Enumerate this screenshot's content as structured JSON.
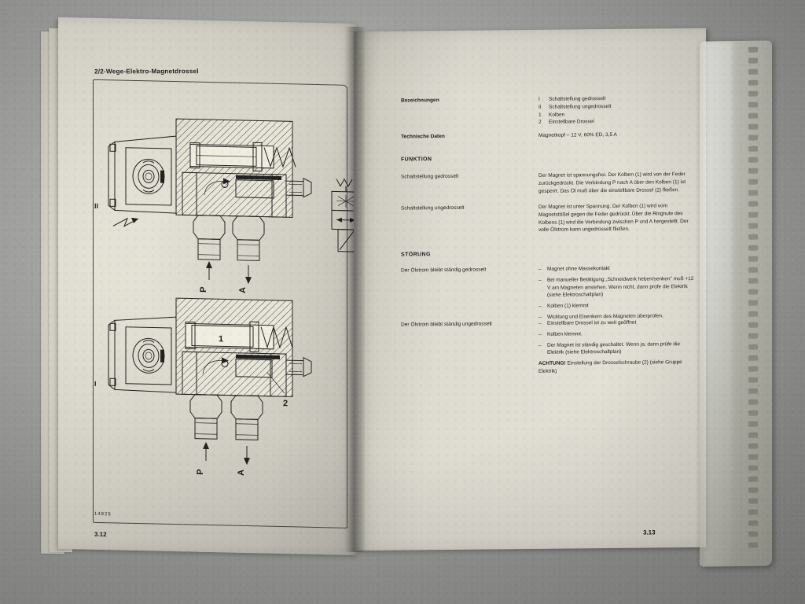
{
  "document": {
    "type": "printed-service-manual-spread",
    "language": "de"
  },
  "left_page": {
    "header": "2/2-Wege-Elektro-Magnetdrossel",
    "figure_code": "14825",
    "page_number": "3.12",
    "state_markers": {
      "upper": "II",
      "lower": "I"
    },
    "callouts": {
      "piston": "1",
      "throttle": "2",
      "port_p": "P",
      "port_a": "A"
    }
  },
  "right_page": {
    "page_number": "3.13",
    "designations": {
      "label": "Bezeichnungen",
      "items": [
        {
          "key": "I",
          "text": "Schaltstellung gedrosselt"
        },
        {
          "key": "II",
          "text": "Schaltstellung ungedrosselt"
        },
        {
          "key": "1",
          "text": "Kolben"
        },
        {
          "key": "2",
          "text": "Einstellbare Drossel"
        }
      ]
    },
    "technical_data": {
      "label": "Technische Daten",
      "value": "Magnetkopf – 12 V, 60% ED, 3,5 A"
    },
    "funktion": {
      "heading": "FUNKTION",
      "entries": [
        {
          "label": "Schaltstellung gedrosselt",
          "text": "Der Magnet ist spannungsfrei. Der Kolben (1) wird von der Feder zurückgedrückt. Die Verbindung P nach A über den Kolben (1) ist gesperrt. Das Öl muß über die einstellbare Drossel (2) fließen."
        },
        {
          "label": "Schaltstellung ungedrosselt",
          "text": "Der Magnet ist unter Spannung. Der Kolben (1) wird vom Magnetstößel gegen die Feder gedrückt. Über die Ringnute des Kolbens (1) wird die Verbindung zwischen P und A hergestellt. Der volle Ölstrom kann ungedrosselt fließen."
        }
      ]
    },
    "stoerung": {
      "heading": "STÖRUNG",
      "entries": [
        {
          "label": "Der Ölstrom bleibt ständig gedrosselt",
          "bullets": [
            "Magnet ohne Massekontakt",
            "Bei manueller Betätigung „Schneidwerk heben/senken\" muß +12 V am Magneten anstehen. Wenn nicht, dann prüfe die Elektrik (siehe Elektroschaltplan)",
            "Kolben (1) klemmt",
            "Wicklung und Eisenkern des Magneten überprüfen."
          ],
          "notes": []
        },
        {
          "label": "Der Ölstrom bleibt ständig ungedrosselt",
          "bullets": [
            "Einstellbare Drossel ist zu weit geöffnet",
            "Kolben klemmt.",
            "Der Magnet ist ständig geschaltet. Wenn ja, dann prüfe die Elektrik (siehe Elektroschaltplan)"
          ],
          "notes": [
            {
              "bold": "ACHTUNG!",
              "text": " Einstellung der Drosselschraube (2) (siehe Gruppe Elektrik)"
            }
          ]
        }
      ]
    }
  },
  "colors": {
    "backdrop": "#a9a9a9",
    "page_light": "#efece0",
    "page_shadow": "#b9b6ad",
    "ink": "#1d1d1b",
    "comb": "#d9d8cc"
  }
}
